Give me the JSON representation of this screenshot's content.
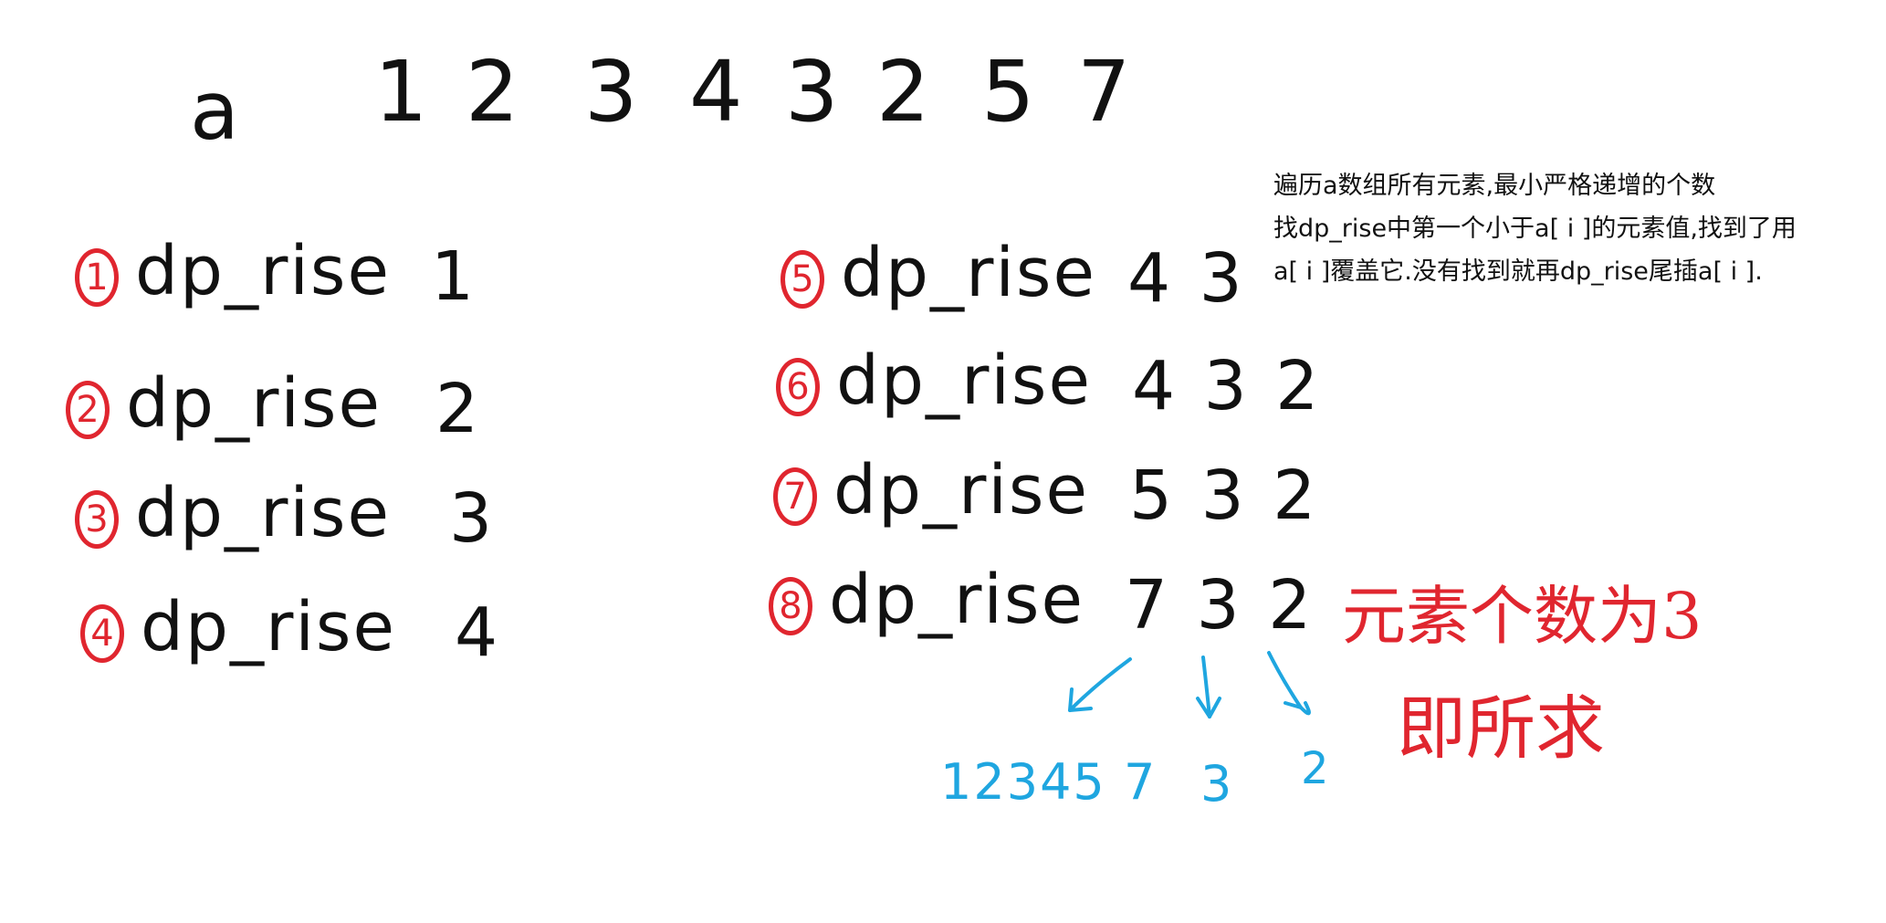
{
  "array": {
    "label": "a",
    "values": [
      "1",
      "2",
      "3",
      "4",
      "3",
      "2",
      "5",
      "7"
    ]
  },
  "steps": [
    {
      "number": "1",
      "label": "dp_rise",
      "values": "1"
    },
    {
      "number": "2",
      "label": "dp_rise",
      "values": "2"
    },
    {
      "number": "3",
      "label": "dp_rise",
      "values": "3"
    },
    {
      "number": "4",
      "label": "dp_rise",
      "values": "4"
    },
    {
      "number": "5",
      "label": "dp_rise",
      "values": "4 3"
    },
    {
      "number": "6",
      "label": "dp_rise",
      "values": "4 3 2"
    },
    {
      "number": "7",
      "label": "dp_rise",
      "values": "5 3 2"
    },
    {
      "number": "8",
      "label": "dp_rise",
      "values": "7 3 2"
    }
  ],
  "note": {
    "line1": "遍历a数组所有元素,最小严格递增的个数",
    "line2": "找dp_rise中第一个小于a[ i ]的元素值,找到了用",
    "line3": "a[ i ]覆盖它.没有找到就再dp_rise尾插a[ i ]."
  },
  "red_note": {
    "line1": "元素个数为3",
    "line2": "即所求"
  },
  "blue_breakdown": {
    "seq1": "12345 7",
    "seq2": "3",
    "seq3": "2"
  },
  "colors": {
    "ink": "#111111",
    "red": "#e0262f",
    "blue": "#1fa6e0",
    "background": "#ffffff"
  }
}
